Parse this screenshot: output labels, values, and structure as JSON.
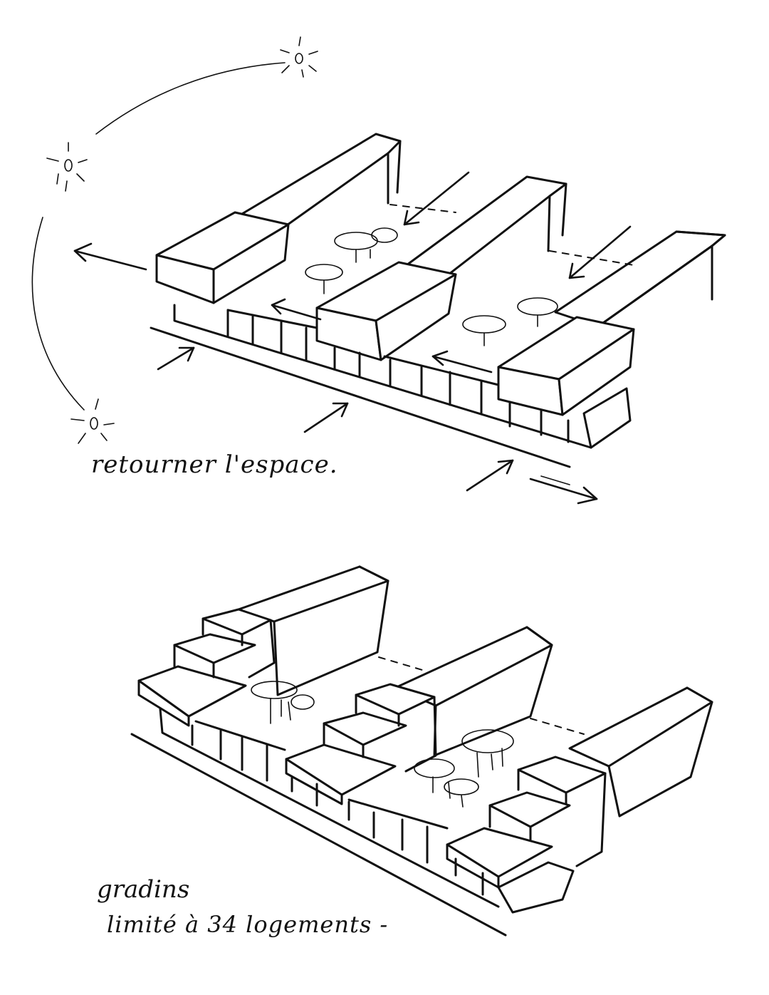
{
  "top_sketch": {
    "caption": "retourner l'espace."
  },
  "bottom_sketch": {
    "caption_line1": "gradins",
    "caption_line2": "limité à 34 logements -"
  },
  "colors": {
    "paper": "#ffffff",
    "ink": "#111111"
  },
  "icons": [
    "sun-icon",
    "arrow-icon",
    "tree-icon"
  ]
}
